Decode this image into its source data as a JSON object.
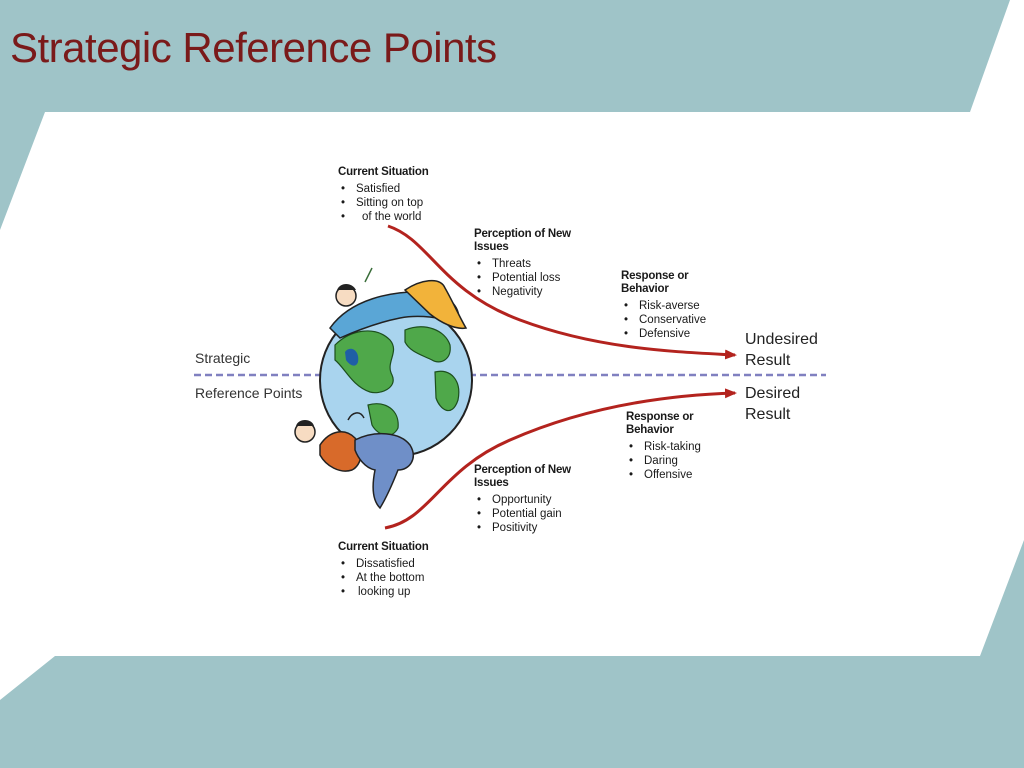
{
  "slide": {
    "title": "Strategic Reference Points",
    "colors": {
      "title": "#7a1a1a",
      "band": "#9fc4c8",
      "arrow": "#b3231e",
      "reference_line": "#8080c0"
    }
  },
  "diagram": {
    "reference_line": {
      "label_above": "Strategic",
      "label_below": "Reference Points"
    },
    "top_path": {
      "current_situation": {
        "heading": "Current Situation",
        "items": [
          "Satisfied",
          "Sitting on top",
          "of the world"
        ]
      },
      "perception": {
        "heading_line1": "Perception of New",
        "heading_line2": "Issues",
        "items": [
          "Threats",
          "Potential loss",
          "Negativity"
        ]
      },
      "response": {
        "heading_line1": "Response or",
        "heading_line2": "Behavior",
        "items": [
          "Risk-averse",
          "Conservative",
          "Defensive"
        ]
      },
      "result": {
        "line1": "Undesired",
        "line2": "Result"
      }
    },
    "bottom_path": {
      "current_situation": {
        "heading": "Current Situation",
        "items": [
          "Dissatisfied",
          "At the bottom",
          "looking up"
        ]
      },
      "perception": {
        "heading_line1": "Perception of New",
        "heading_line2": "Issues",
        "items": [
          "Opportunity",
          "Potential gain",
          "Positivity"
        ]
      },
      "response": {
        "heading_line1": "Response or",
        "heading_line2": "Behavior",
        "items": [
          "Risk-taking",
          "Daring",
          "Offensive"
        ]
      },
      "result": {
        "line1": "Desired",
        "line2": "Result"
      }
    },
    "illustration": {
      "icon": "globe-with-two-people-icon"
    }
  }
}
